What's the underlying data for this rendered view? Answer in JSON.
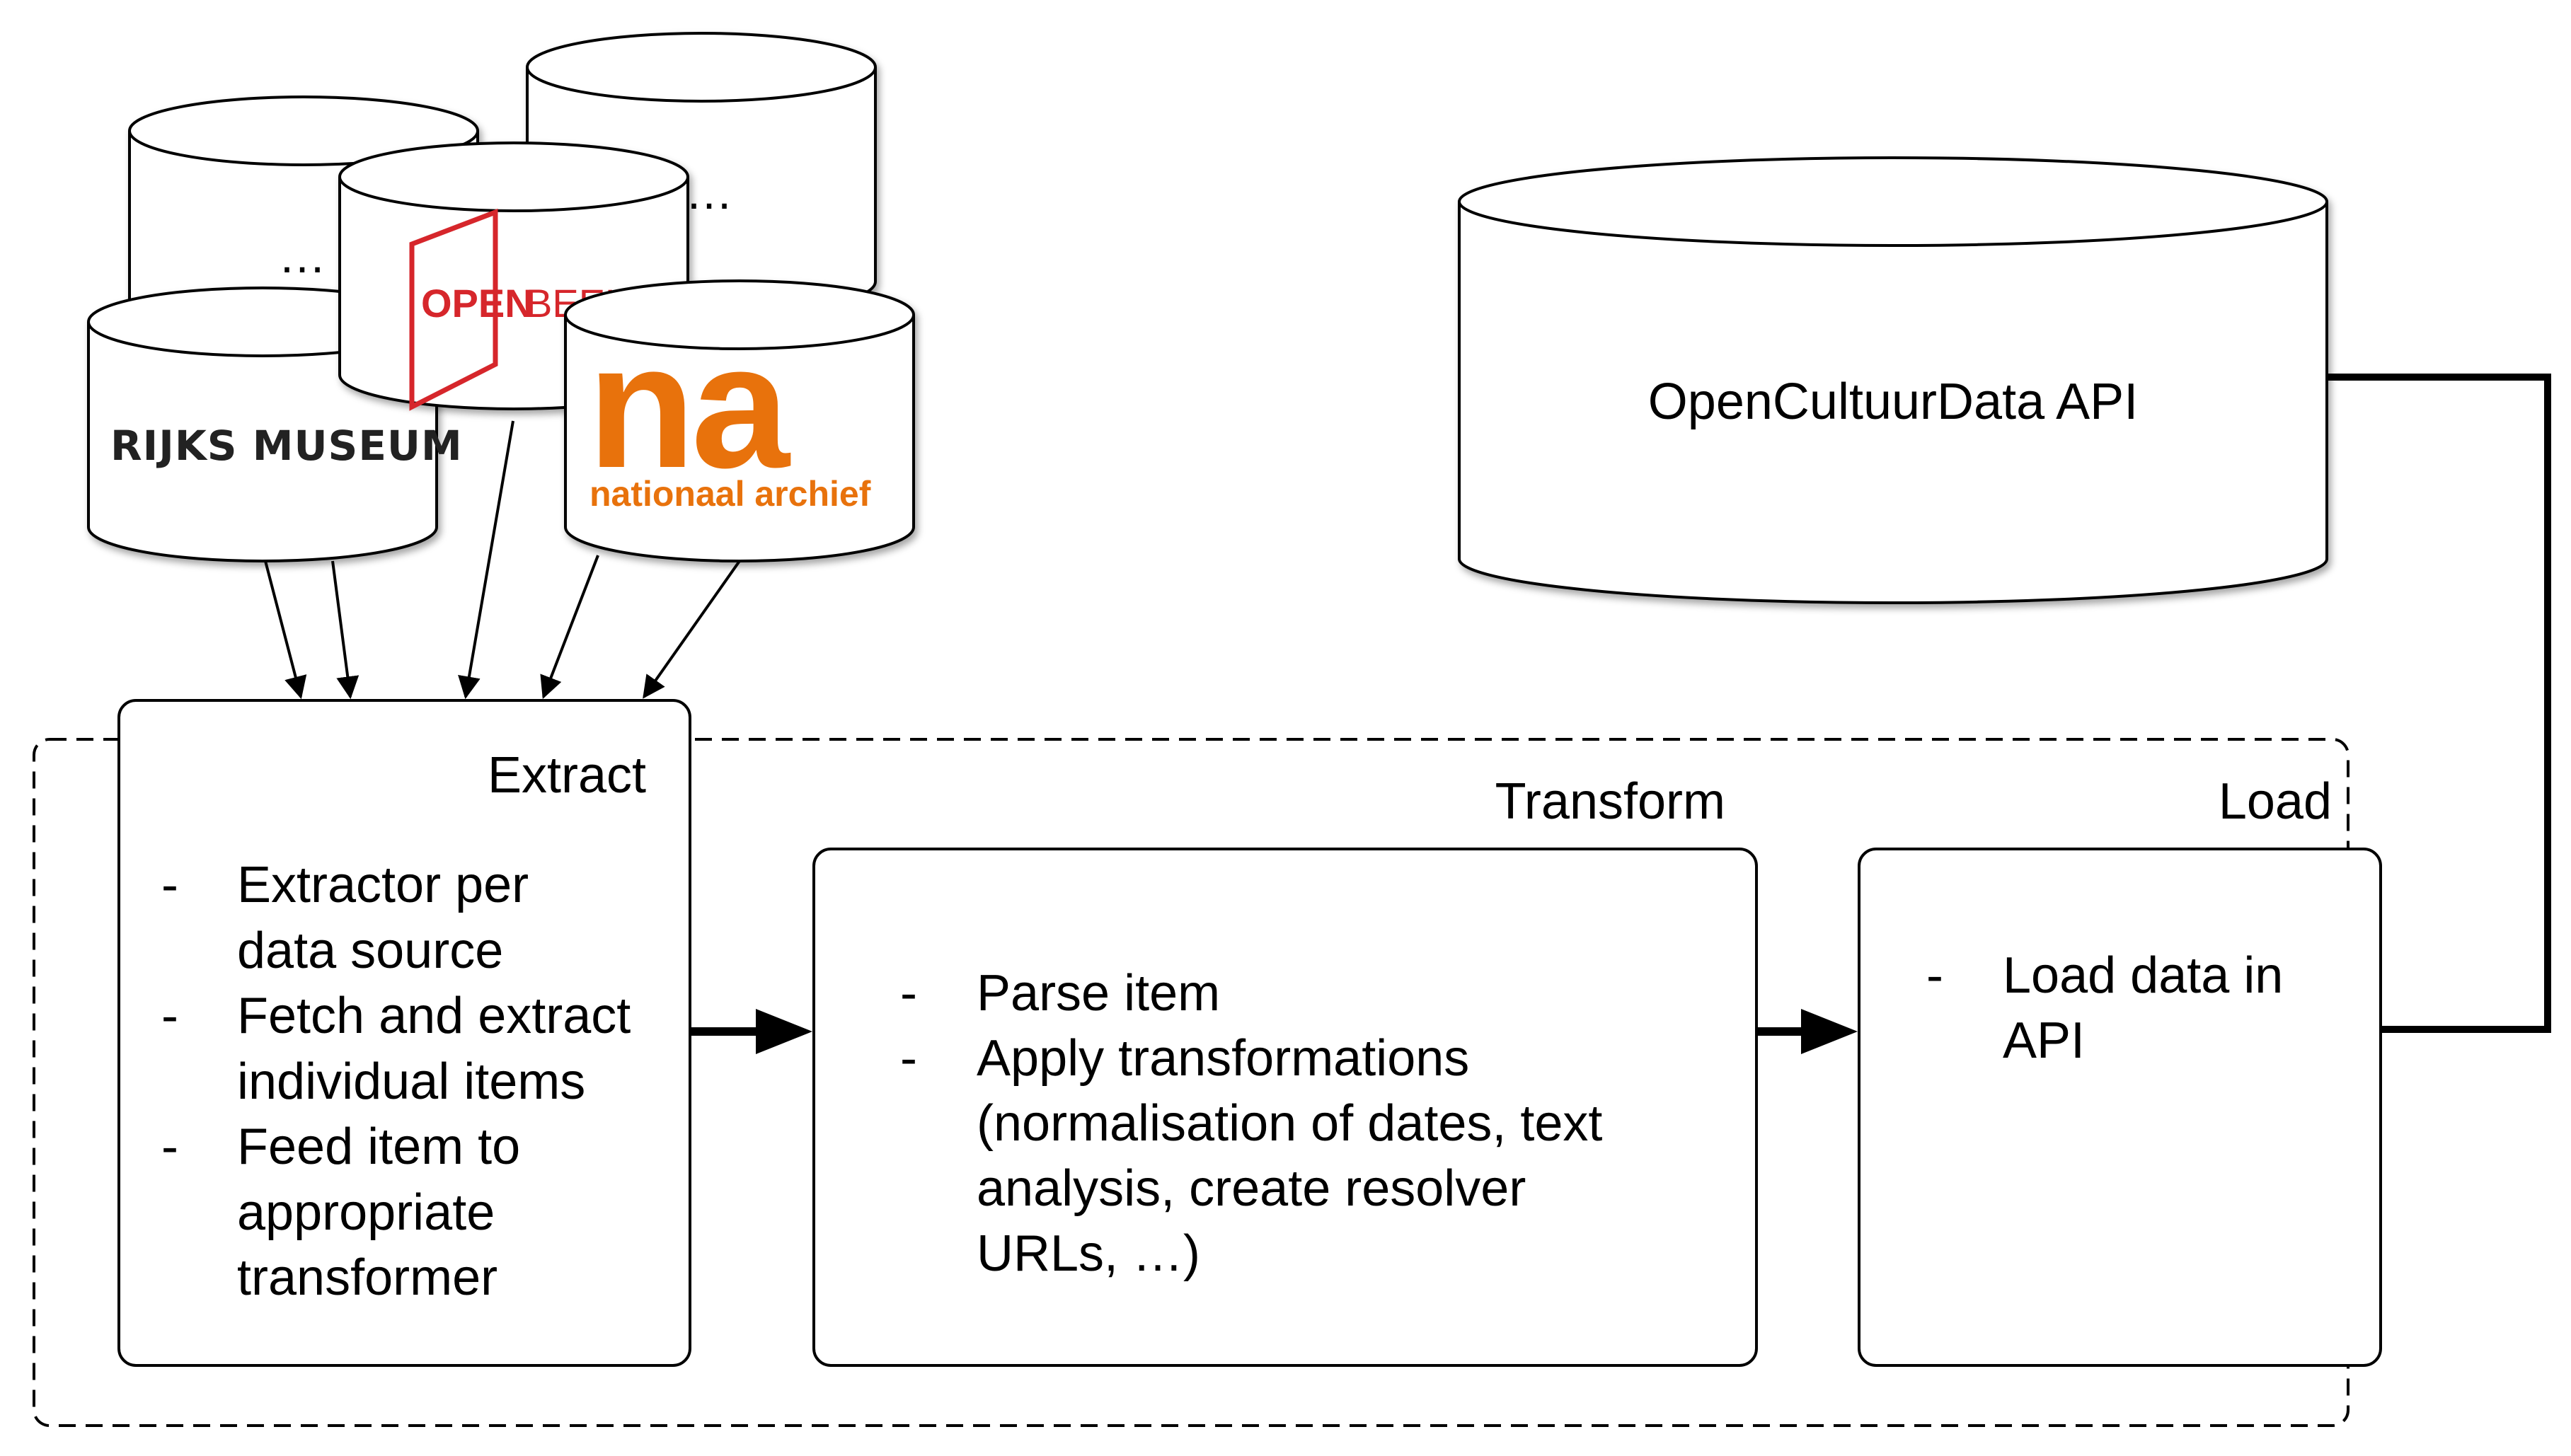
{
  "sources": {
    "rijksmuseum_label": "RIJKS MUSEUM",
    "openbeelden_label_bold": "OPEN",
    "openbeelden_label_light": "BEELDEN",
    "nationaal_archief_mark": "na",
    "nationaal_archief_label": "nationaal archief",
    "more_sources_1": "…",
    "more_sources_2": "…"
  },
  "api": {
    "label": "OpenCultuurData API"
  },
  "extract": {
    "title": "Extract",
    "items": [
      {
        "bullet": "-",
        "lines": [
          "Extractor per",
          "data source"
        ]
      },
      {
        "bullet": "-",
        "lines": [
          "Fetch and extract",
          "individual items"
        ]
      },
      {
        "bullet": "-",
        "lines": [
          "Feed item to",
          "appropriate",
          "transformer"
        ]
      }
    ]
  },
  "transform": {
    "title": "Transform",
    "items": [
      {
        "bullet": "-",
        "lines": [
          "Parse item"
        ]
      },
      {
        "bullet": "-",
        "lines": [
          "Apply transformations",
          "(normalisation of dates, text",
          "analysis, create resolver",
          "URLs, …)"
        ]
      }
    ]
  },
  "load": {
    "title": "Load",
    "items": [
      {
        "bullet": "-",
        "lines": [
          "Load data in",
          "API"
        ]
      }
    ]
  },
  "colors": {
    "stroke": "#000000",
    "rijksmuseum": "#222222",
    "openbeelden": "#d6262b",
    "nationaal_archief": "#e8720c"
  }
}
